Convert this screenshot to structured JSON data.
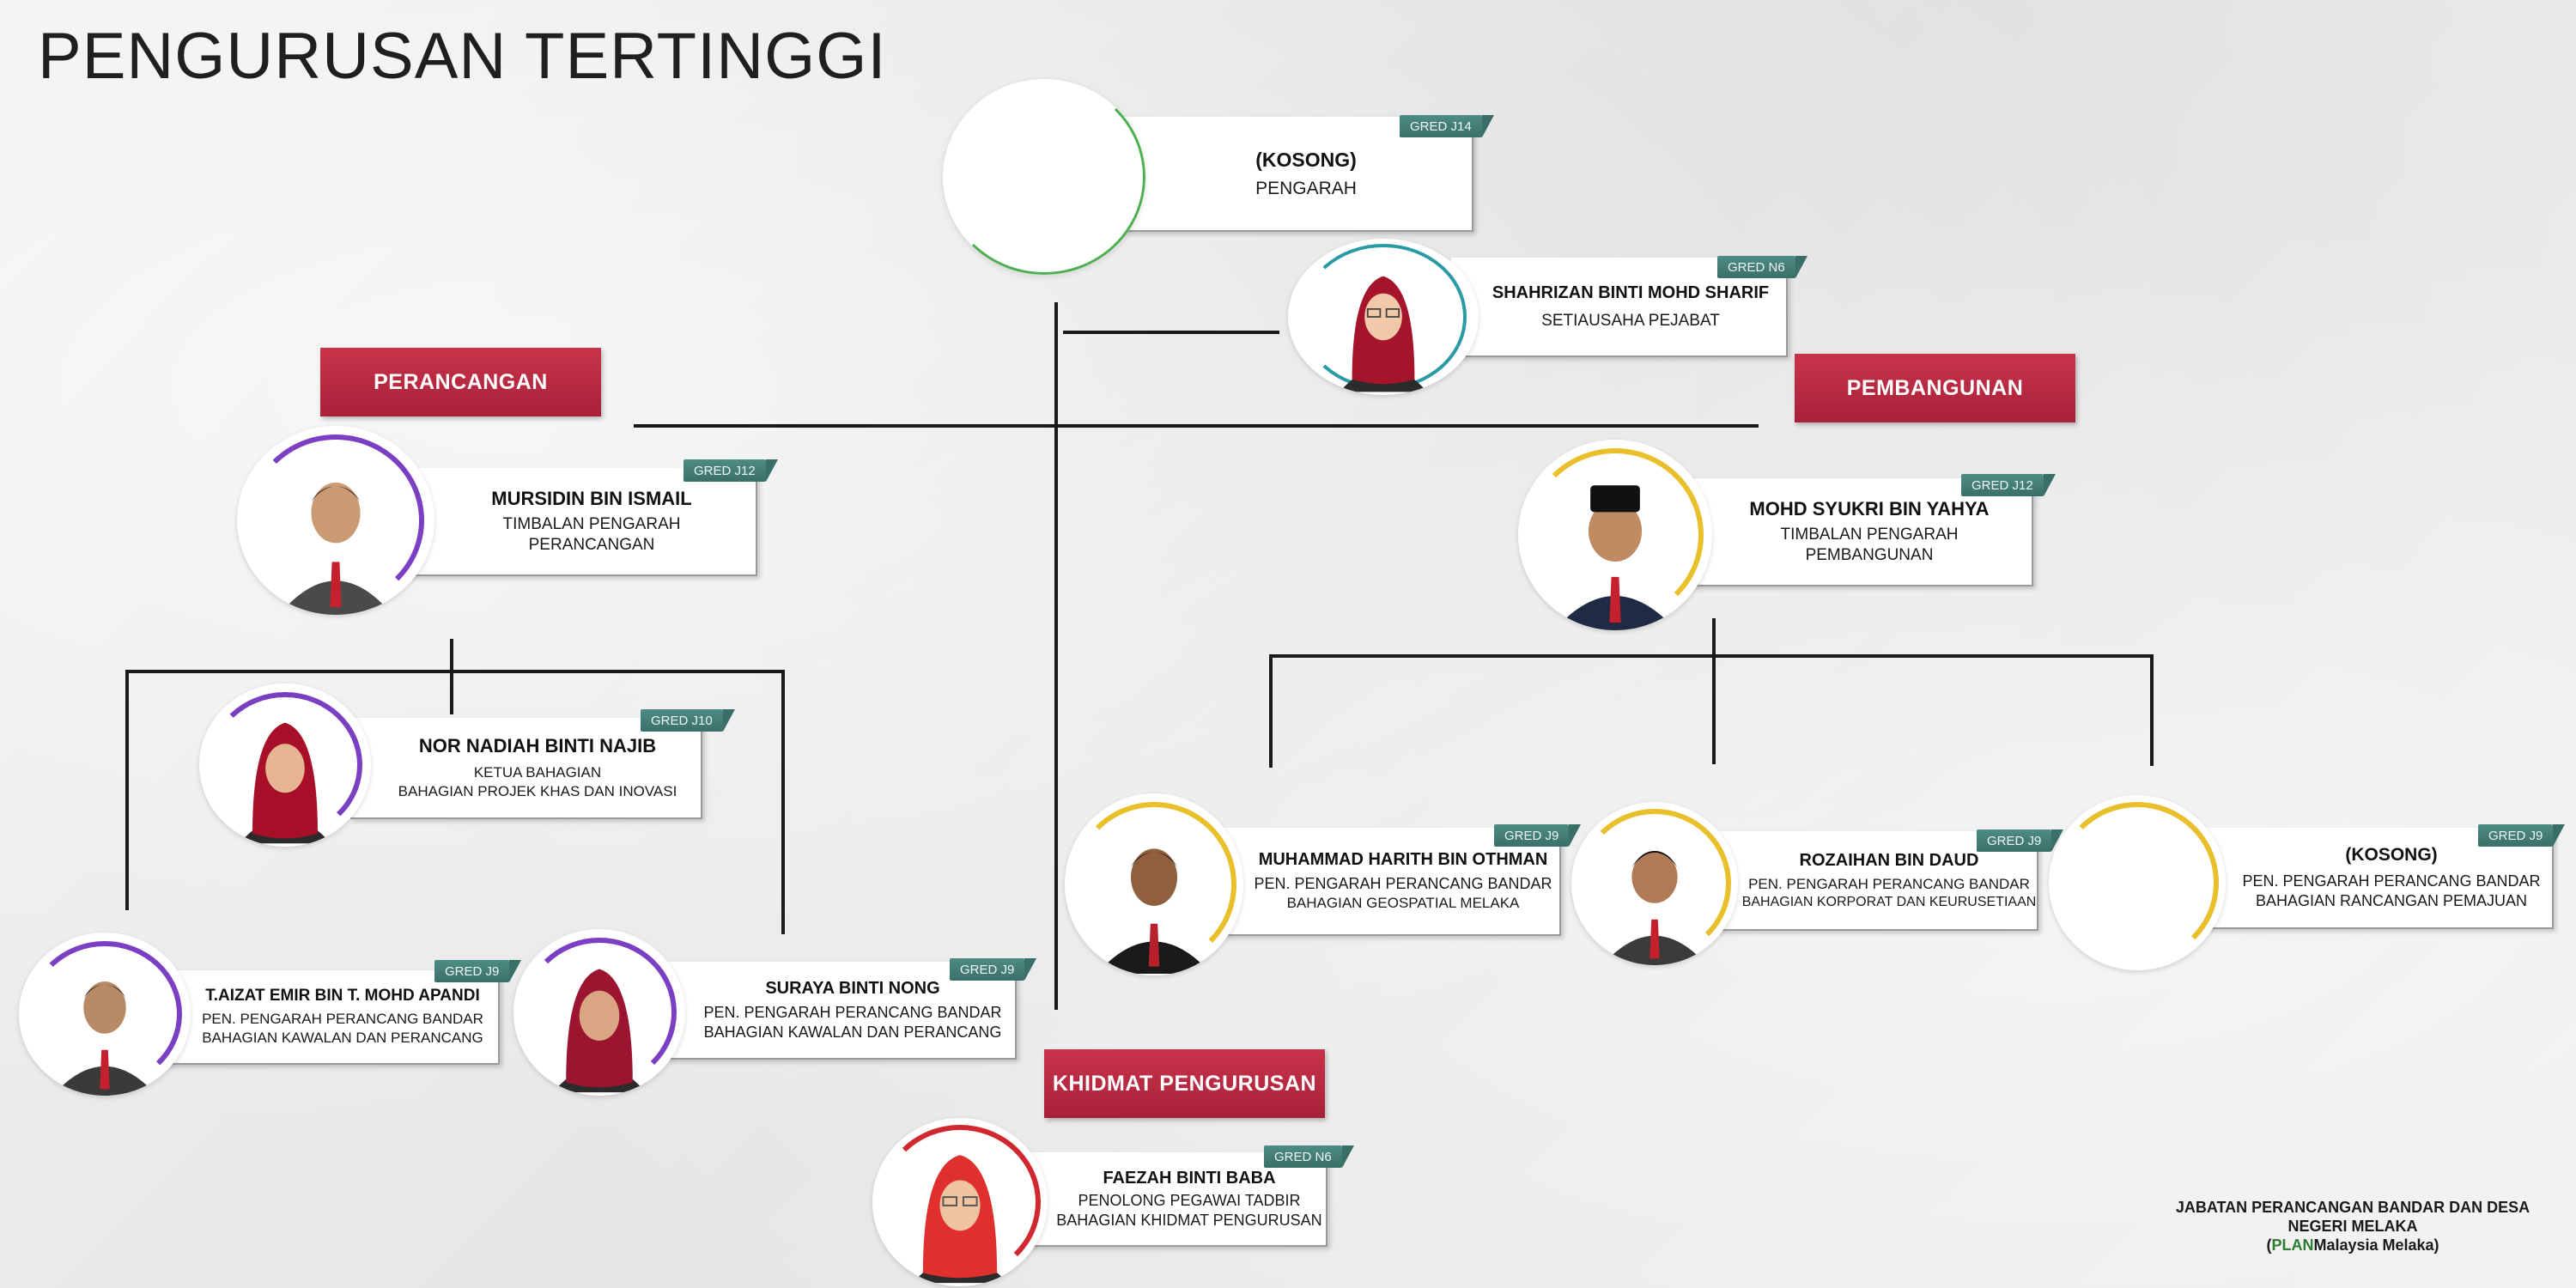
{
  "title": "PENGURUSAN TERTINGGI",
  "sections": {
    "perancangan": "PERANCANGAN",
    "pembangunan": "PEMBANGUNAN",
    "khidmat": "KHIDMAT PENGURUSAN"
  },
  "people": {
    "pengarah": {
      "name": "(KOSONG)",
      "role1": "PENGARAH",
      "grade": "GRED J14"
    },
    "setiausaha": {
      "name": "SHAHRIZAN BINTI MOHD SHARIF",
      "role1": "SETIAUSAHA PEJABAT",
      "grade": "GRED N6"
    },
    "tp_perancangan": {
      "name": "MURSIDIN BIN ISMAIL",
      "role1": "TIMBALAN PENGARAH",
      "role2": "PERANCANGAN",
      "grade": "GRED J12"
    },
    "tp_pembangunan": {
      "name": "MOHD SYUKRI BIN YAHYA",
      "role1": "TIMBALAN PENGARAH",
      "role2": "PEMBANGUNAN",
      "grade": "GRED J12"
    },
    "nor_nadiah": {
      "name": "NOR NADIAH BINTI NAJIB",
      "role1": "KETUA BAHAGIAN",
      "role2": "BAHAGIAN PROJEK KHAS DAN INOVASI",
      "grade": "GRED J10"
    },
    "aizat": {
      "name": "T.AIZAT EMIR BIN T. MOHD APANDI",
      "role1": "PEN. PENGARAH PERANCANG BANDAR",
      "role2": "BAHAGIAN KAWALAN DAN PERANCANG",
      "grade": "GRED J9"
    },
    "suraya": {
      "name": "SURAYA BINTI NONG",
      "role1": "PEN. PENGARAH PERANCANG BANDAR",
      "role2": "BAHAGIAN KAWALAN DAN PERANCANG",
      "grade": "GRED J9"
    },
    "harith": {
      "name": "MUHAMMAD HARITH BIN OTHMAN",
      "role1": "PEN. PENGARAH PERANCANG BANDAR",
      "role2": "BAHAGIAN GEOSPATIAL MELAKA",
      "grade": "GRED J9"
    },
    "rozaihan": {
      "name": "ROZAIHAN BIN DAUD",
      "role1": "PEN. PENGARAH PERANCANG BANDAR",
      "role2": "BAHAGIAN KORPORAT DAN KEURUSETIAAN",
      "grade": "GRED J9"
    },
    "kosong_rancangan": {
      "name": "(KOSONG)",
      "role1": "PEN. PENGARAH PERANCANG BANDAR",
      "role2": "BAHAGIAN RANCANGAN PEMAJUAN",
      "grade": "GRED J9"
    },
    "faezah": {
      "name": "FAEZAH BINTI BABA",
      "role1": "PENOLONG PEGAWAI TADBIR",
      "role2": "BAHAGIAN KHIDMAT PENGURUSAN",
      "grade": "GRED N6"
    }
  },
  "footer": {
    "line1": "JABATAN PERANCANGAN BANDAR DAN DESA",
    "line2": "NEGERI MELAKA",
    "open": "(",
    "plan": "PLAN",
    "rest": "Malaysia Melaka)"
  },
  "colors": {
    "section_red": "#b52a40",
    "grade_teal": "#3f7a72",
    "ring_purple": "#7b3fc4",
    "ring_yellow": "#e9bf2b",
    "ring_teal": "#2a9aa5",
    "ring_red": "#d0282e",
    "ring_green": "#4caf50"
  }
}
